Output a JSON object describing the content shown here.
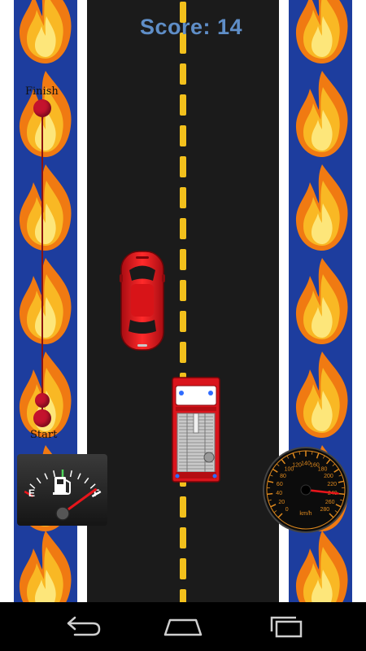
{
  "hud": {
    "score_label": "Score:",
    "score_value": "14"
  },
  "progress": {
    "finish_label": "Finish",
    "start_label": "Start",
    "position_fraction": 0.0
  },
  "fuel_gauge": {
    "empty_label": "E",
    "full_label": "F",
    "level_fraction": 0.95
  },
  "speedometer": {
    "unit_label": "km/h",
    "tick_labels": [
      "0",
      "20",
      "40",
      "60",
      "80",
      "100",
      "120",
      "140",
      "160",
      "180",
      "200",
      "220",
      "240",
      "260",
      "280"
    ],
    "needle_value": 240
  },
  "colors": {
    "road": "#1b1b1b",
    "lane_dash": "#f2c01c",
    "side_panel": "#1d3d9e",
    "score_text": "#5f8ec7",
    "progress_dot": "#c4122d",
    "car": "#e0141c",
    "speedo_accent": "#e08a1e"
  },
  "icons": {
    "fuel": "fuel-pump-icon",
    "back": "back-arrow-icon",
    "home": "home-icon",
    "recents": "recent-apps-icon"
  }
}
